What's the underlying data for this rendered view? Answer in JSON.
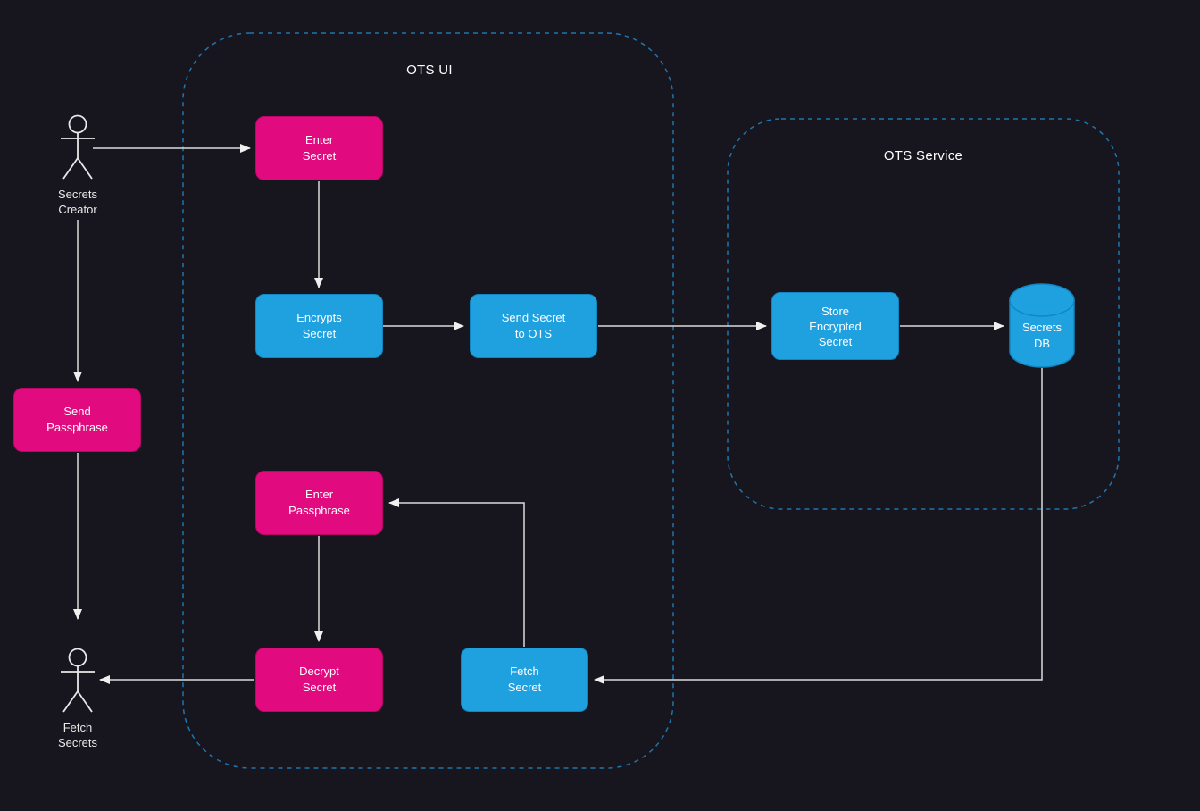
{
  "colors": {
    "background": "#17161f",
    "pink_node": "#e10a7e",
    "blue_node": "#1fa1e0",
    "container_border": "#2074ad",
    "connector_line": "#dcdcdc",
    "text": "#ffffff"
  },
  "containers": {
    "ots_ui": {
      "title": "OTS UI"
    },
    "ots_service": {
      "title": "OTS Service"
    }
  },
  "actors": {
    "secrets_creator": {
      "label": "Secrets\nCreator"
    },
    "fetch_secrets": {
      "label": "Fetch\nSecrets"
    }
  },
  "nodes": {
    "enter_secret": {
      "label": "Enter\nSecret",
      "color": "pink"
    },
    "encrypts_secret": {
      "label": "Encrypts\nSecret",
      "color": "blue"
    },
    "send_secret_to_ots": {
      "label": "Send Secret\nto OTS",
      "color": "blue"
    },
    "store_encrypted_secret": {
      "label": "Store\nEncrypted\nSecret",
      "color": "blue"
    },
    "secrets_db": {
      "label": "Secrets\nDB",
      "color": "blue",
      "shape": "cylinder"
    },
    "send_passphrase": {
      "label": "Send\nPassphrase",
      "color": "pink"
    },
    "enter_passphrase": {
      "label": "Enter\nPassphrase",
      "color": "pink"
    },
    "decrypt_secret": {
      "label": "Decrypt\nSecret",
      "color": "pink"
    },
    "fetch_secret": {
      "label": "Fetch\nSecret",
      "color": "blue"
    }
  },
  "edges": [
    {
      "from": "secrets-creator",
      "to": "enter-secret"
    },
    {
      "from": "enter-secret",
      "to": "encrypts-secret"
    },
    {
      "from": "encrypts-secret",
      "to": "send-secret-to-ots"
    },
    {
      "from": "send-secret-to-ots",
      "to": "store-encrypted-secret"
    },
    {
      "from": "store-encrypted-secret",
      "to": "secrets-db"
    },
    {
      "from": "secrets-db",
      "to": "fetch-secret"
    },
    {
      "from": "fetch-secret",
      "to": "enter-passphrase"
    },
    {
      "from": "enter-passphrase",
      "to": "decrypt-secret"
    },
    {
      "from": "decrypt-secret",
      "to": "fetch-secrets"
    },
    {
      "from": "secrets-creator",
      "to": "send-passphrase"
    },
    {
      "from": "send-passphrase",
      "to": "fetch-secrets"
    }
  ]
}
